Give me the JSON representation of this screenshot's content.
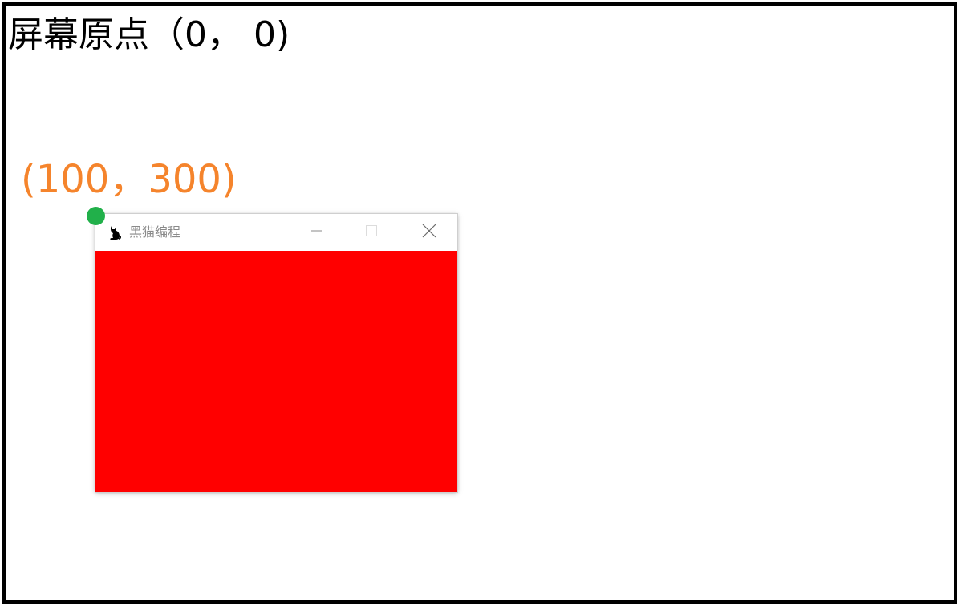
{
  "screen": {
    "origin_label": "屏幕原点（0，  0)"
  },
  "point": {
    "label": "(100，300)",
    "label_color": "#f5842c",
    "dot_color": "#21b04a"
  },
  "window": {
    "title": "黑猫编程",
    "icon": "black-cat-icon",
    "controls": {
      "minimize_icon": "minimize-icon",
      "maximize_icon": "maximize-icon",
      "close_icon": "close-icon"
    },
    "client_color": "#ff0000"
  }
}
